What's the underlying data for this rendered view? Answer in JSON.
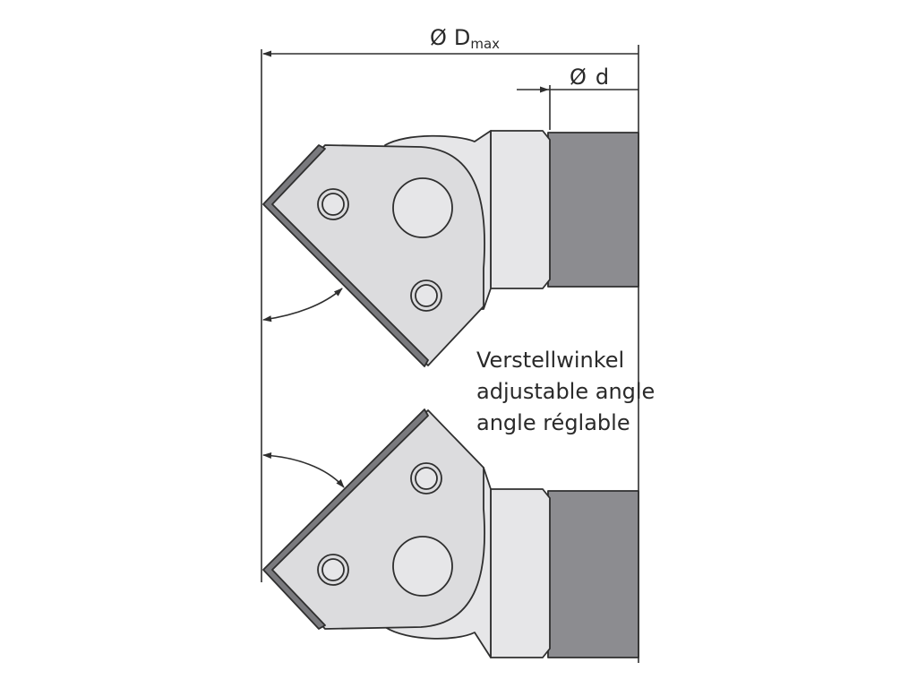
{
  "dimensions": {
    "dmax": {
      "symbol": "Ø",
      "letter": "D",
      "subscript": "max"
    },
    "d": {
      "symbol": "Ø",
      "letter": "d"
    }
  },
  "angle_label": {
    "lines": [
      "Verstellwinkel",
      "adjustable angle",
      "angle réglable"
    ]
  },
  "colors": {
    "line": "#2f2f2f",
    "knife_fill": "#dcdcde",
    "body_fill": "#e6e6e8",
    "shaft_fill": "#8c8c90",
    "blade_edge": "#7a7a7e",
    "background": "#ffffff"
  }
}
